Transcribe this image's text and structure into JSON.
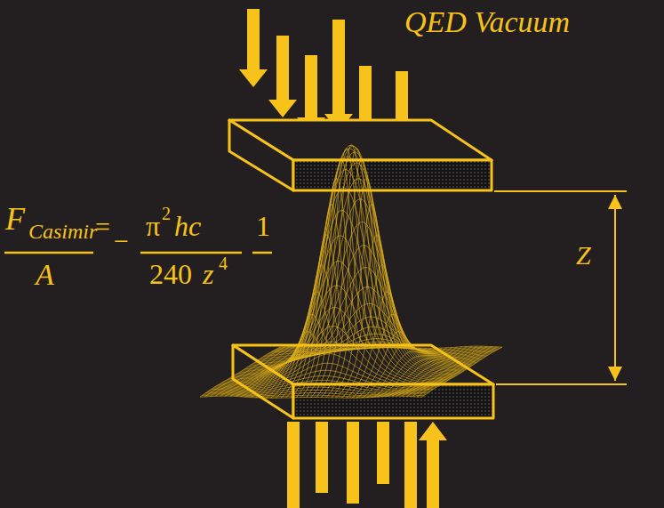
{
  "diagram": {
    "labels": [
      "QED Vacuum",
      "F",
      "Casimir",
      "A",
      "=",
      "−",
      "π",
      "2",
      "hc",
      "1",
      "240",
      "z",
      "4",
      "Z"
    ]
  }
}
